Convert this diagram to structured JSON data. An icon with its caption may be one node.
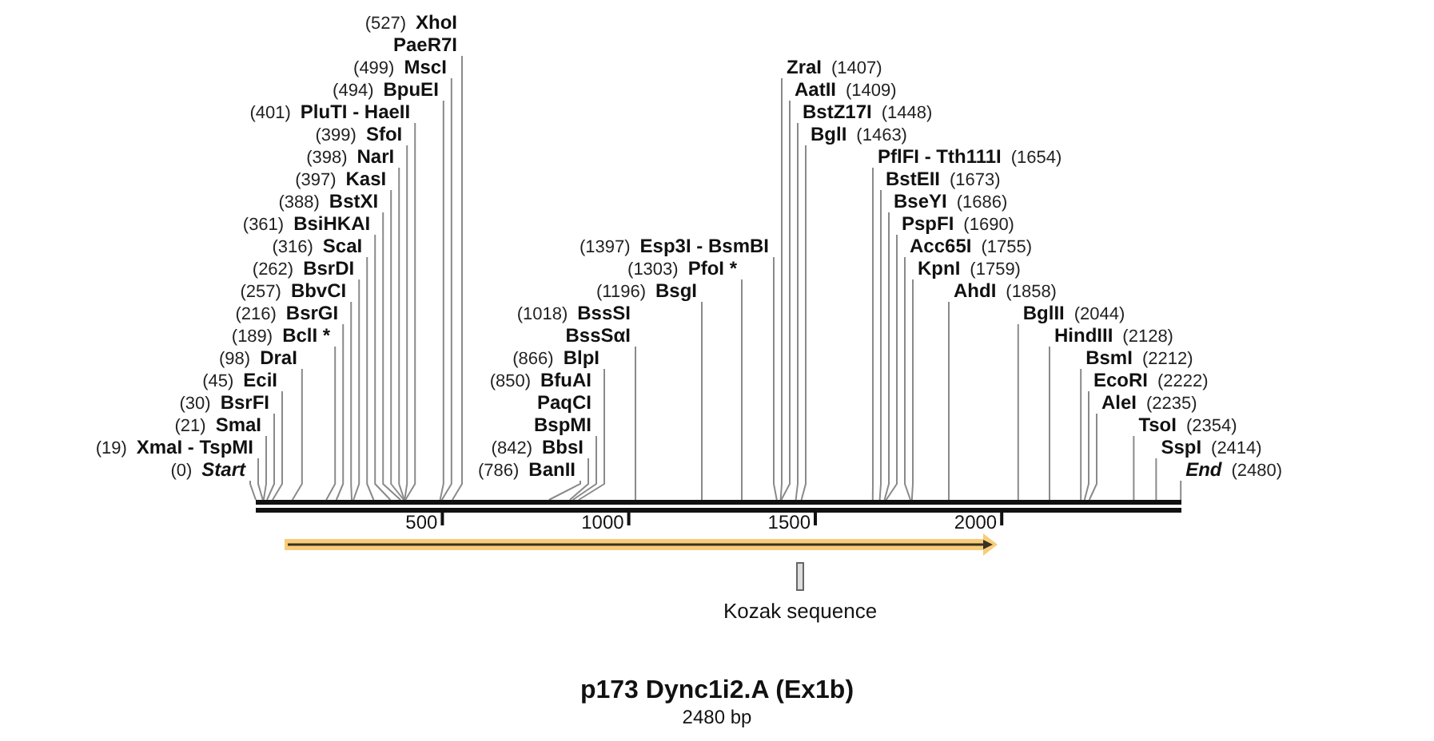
{
  "diagram": {
    "title": "p173 Dync1i2.A (Ex1b)",
    "caption": "2480 bp",
    "nodes": [
      {
        "text": [
          "(527)",
          "XhoI",
          "PaeR7I"
        ]
      },
      {
        "text": [
          "(499)",
          "MscI"
        ]
      },
      {
        "text": [
          "(494)",
          "BpuEI"
        ]
      },
      {
        "text": [
          "(401)",
          "PluTI - HaeII"
        ]
      },
      {
        "text": [
          "(399)",
          "SfoI"
        ]
      },
      {
        "text": [
          "(398)",
          "NarI"
        ]
      },
      {
        "text": [
          "(397)",
          "KasI"
        ]
      },
      {
        "text": [
          "(388)",
          "BstXI"
        ]
      },
      {
        "text": [
          "(361)",
          "BsiHKAI"
        ]
      },
      {
        "text": [
          "(316)",
          "ScaI"
        ]
      },
      {
        "text": [
          "(262)",
          "BsrDI"
        ]
      },
      {
        "text": [
          "(257)",
          "BbvCI"
        ]
      },
      {
        "text": [
          "(216)",
          "BsrGI"
        ]
      },
      {
        "text": [
          "(189)",
          "BclI *"
        ]
      },
      {
        "text": [
          "(98)",
          "DraI"
        ]
      },
      {
        "text": [
          "(45)",
          "EciI"
        ]
      },
      {
        "text": [
          "(30)",
          "BsrFI"
        ]
      },
      {
        "text": [
          "(21)",
          "SmaI"
        ]
      },
      {
        "text": [
          "(19)",
          "XmaI - TspMI"
        ]
      },
      {
        "text": [
          "(0)",
          "Start"
        ]
      },
      {
        "text": [
          "(1397)",
          "Esp3I - BsmBI"
        ]
      },
      {
        "text": [
          "(1303)",
          "PfoI *"
        ]
      },
      {
        "text": [
          "(1196)",
          "BsgI"
        ]
      },
      {
        "text": [
          "(1018)",
          "BssSI",
          "BssSαI"
        ]
      },
      {
        "text": [
          "(866)",
          "BlpI"
        ]
      },
      {
        "text": [
          "(850)",
          "BfuAI",
          "PaqCI",
          "BspMI"
        ]
      },
      {
        "text": [
          "(842)",
          "BbsI"
        ]
      },
      {
        "text": [
          "(786)",
          "BanII"
        ]
      },
      {
        "text": [
          "ZraI",
          "(1407)"
        ]
      },
      {
        "text": [
          "AatII",
          "(1409)"
        ]
      },
      {
        "text": [
          "BstZ17I",
          "(1448)"
        ]
      },
      {
        "text": [
          "BglI",
          "(1463)"
        ]
      },
      {
        "text": [
          "PflFI - Tth111I",
          "(1654)"
        ]
      },
      {
        "text": [
          "BstEII",
          "(1673)"
        ]
      },
      {
        "text": [
          "BseYI",
          "(1686)"
        ]
      },
      {
        "text": [
          "PspFI",
          "(1690)"
        ]
      },
      {
        "text": [
          "Acc65I",
          "(1755)"
        ]
      },
      {
        "text": [
          "KpnI",
          "(1759)"
        ]
      },
      {
        "text": [
          "AhdI",
          "(1858)"
        ]
      },
      {
        "text": [
          "BglII",
          "(2044)"
        ]
      },
      {
        "text": [
          "HindIII",
          "(2128)"
        ]
      },
      {
        "text": [
          "BsmI",
          "(2212)"
        ]
      },
      {
        "text": [
          "EcoRI",
          "(2222)"
        ]
      },
      {
        "text": [
          "AleI",
          "(2235)"
        ]
      },
      {
        "text": [
          "TsoI",
          "(2354)"
        ]
      },
      {
        "text": [
          "SspI",
          "(2414)"
        ]
      },
      {
        "text": [
          "End",
          "(2480)"
        ]
      },
      {
        "text": [],
        "shape": "bar"
      },
      {
        "text": [
          "Kozak sequence"
        ]
      }
    ],
    "edges": [
      {
        "from": 0,
        "to": 47,
        "arrow": "none"
      },
      {
        "from": 1,
        "to": 47,
        "arrow": "none"
      },
      {
        "from": 2,
        "to": 47,
        "arrow": "none"
      },
      {
        "from": 3,
        "to": 47,
        "arrow": "none"
      },
      {
        "from": 4,
        "to": 47,
        "arrow": "none"
      },
      {
        "from": 5,
        "to": 47,
        "arrow": "none"
      },
      {
        "from": 6,
        "to": 47,
        "arrow": "none"
      },
      {
        "from": 7,
        "to": 47,
        "arrow": "none"
      },
      {
        "from": 8,
        "to": 47,
        "arrow": "none"
      },
      {
        "from": 9,
        "to": 47,
        "arrow": "none"
      },
      {
        "from": 10,
        "to": 47,
        "arrow": "none"
      },
      {
        "from": 11,
        "to": 47,
        "arrow": "none"
      },
      {
        "from": 12,
        "to": 47,
        "arrow": "none"
      },
      {
        "from": 13,
        "to": 47,
        "arrow": "none"
      },
      {
        "from": 14,
        "to": 47,
        "arrow": "none"
      },
      {
        "from": 15,
        "to": 47,
        "arrow": "none"
      },
      {
        "from": 16,
        "to": 47,
        "arrow": "none"
      },
      {
        "from": 17,
        "to": 47,
        "arrow": "none"
      },
      {
        "from": 18,
        "to": 47,
        "arrow": "none"
      },
      {
        "from": 19,
        "to": 47,
        "arrow": "none"
      },
      {
        "from": 20,
        "to": 47,
        "arrow": "none"
      },
      {
        "from": 21,
        "to": 47,
        "arrow": "none"
      },
      {
        "from": 22,
        "to": 47,
        "arrow": "none"
      },
      {
        "from": 23,
        "to": 47,
        "arrow": "none"
      },
      {
        "from": 24,
        "to": 47,
        "arrow": "none"
      },
      {
        "from": 25,
        "to": 47,
        "arrow": "none"
      },
      {
        "from": 26,
        "to": 47,
        "arrow": "none"
      },
      {
        "from": 27,
        "to": 47,
        "arrow": "none"
      },
      {
        "from": 28,
        "to": 47,
        "arrow": "none"
      },
      {
        "from": 29,
        "to": 47,
        "arrow": "none"
      },
      {
        "from": 30,
        "to": 47,
        "arrow": "none"
      },
      {
        "from": 31,
        "to": 47,
        "arrow": "none"
      },
      {
        "from": 32,
        "to": 47,
        "arrow": "none"
      },
      {
        "from": 33,
        "to": 47,
        "arrow": "none"
      },
      {
        "from": 34,
        "to": 47,
        "arrow": "none"
      },
      {
        "from": 35,
        "to": 47,
        "arrow": "none"
      },
      {
        "from": 36,
        "to": 47,
        "arrow": "none"
      },
      {
        "from": 37,
        "to": 47,
        "arrow": "none"
      },
      {
        "from": 38,
        "to": 47,
        "arrow": "none"
      },
      {
        "from": 39,
        "to": 47,
        "arrow": "none"
      },
      {
        "from": 40,
        "to": 47,
        "arrow": "none"
      },
      {
        "from": 41,
        "to": 47,
        "arrow": "none"
      },
      {
        "from": 42,
        "to": 47,
        "arrow": "none"
      },
      {
        "from": 43,
        "to": 47,
        "arrow": "none"
      },
      {
        "from": 44,
        "to": 47,
        "arrow": "none"
      },
      {
        "from": 45,
        "to": 47,
        "arrow": "none"
      },
      {
        "from": 46,
        "to": 47,
        "arrow": "none"
      }
    ],
    "labels": [
      "500",
      "1000",
      "1500",
      "2000"
    ]
  }
}
